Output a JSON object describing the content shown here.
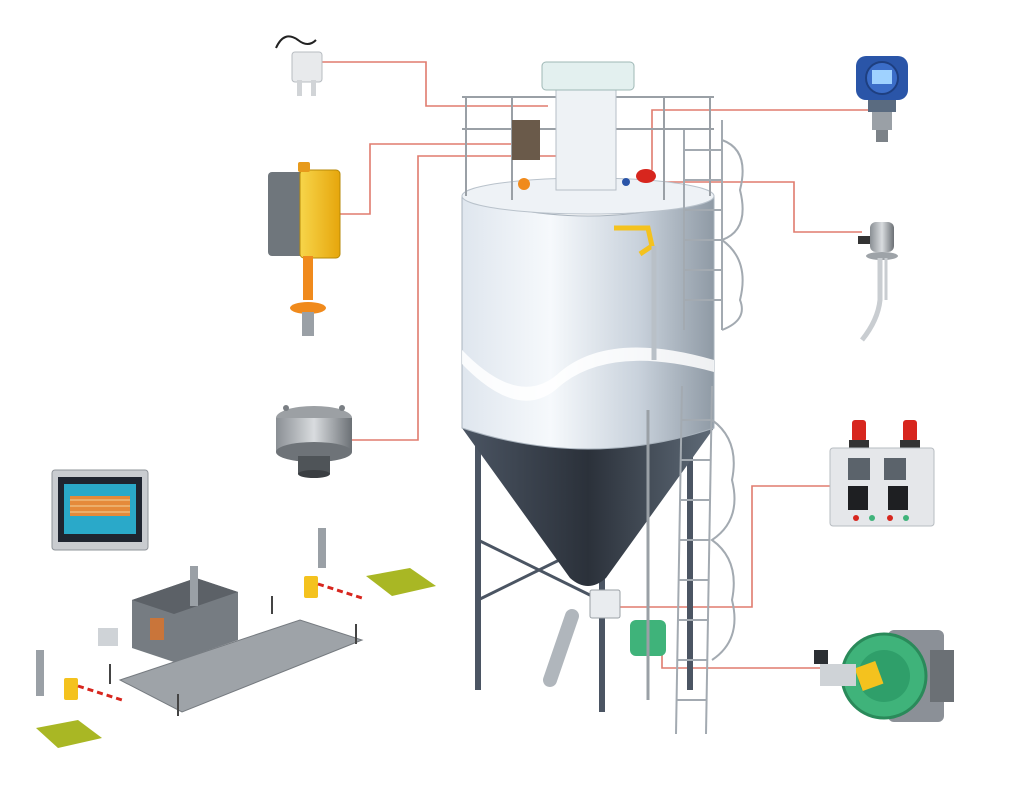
{
  "diagram": {
    "title": "",
    "colors": {
      "background": "#ffffff",
      "connector": "#e07b6e",
      "silo_body": "#cfd7e0",
      "silo_shadow": "#8f9aa5",
      "steel": "#4b5563",
      "accent_yellow": "#f4c21e",
      "accent_orange": "#f08a1c",
      "accent_red": "#d7261e",
      "accent_blue": "#2a55a8",
      "accent_green": "#3fb37a",
      "pad_green": "#a9b724"
    },
    "components": [
      {
        "id": "cable-sensor",
        "icon": "cable-probe-icon"
      },
      {
        "id": "rotary-level-switch",
        "icon": "yellow-box-level-switch-icon"
      },
      {
        "id": "pressure-relief-valve",
        "icon": "relief-valve-icon"
      },
      {
        "id": "pressure-transmitter",
        "icon": "blue-pressure-transmitter-icon"
      },
      {
        "id": "tuning-fork-level-switch",
        "icon": "tuning-fork-icon"
      },
      {
        "id": "control-cabinet",
        "icon": "alarm-control-box-icon"
      },
      {
        "id": "rotary-valve-feeder",
        "icon": "green-rotary-valve-icon"
      },
      {
        "id": "touch-panel-monitor",
        "icon": "monitor-icon"
      },
      {
        "id": "truck-scale-station",
        "icon": "weighbridge-icon"
      }
    ]
  }
}
